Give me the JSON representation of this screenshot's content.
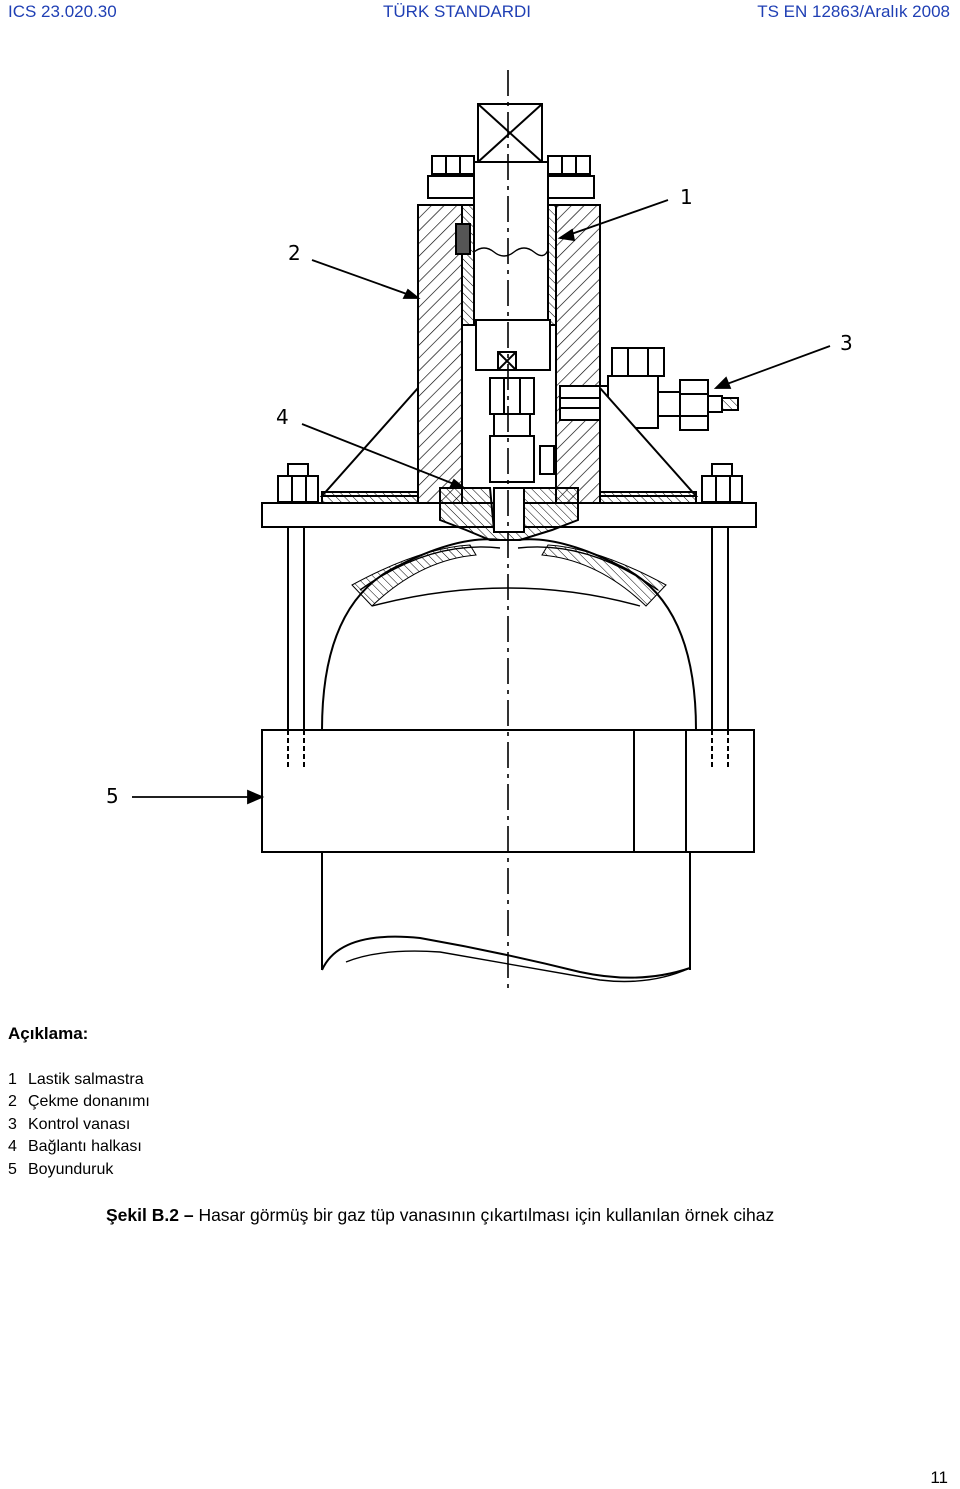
{
  "header": {
    "left": "ICS 23.020.30",
    "center": "TÜRK STANDARDI",
    "right": "TS EN 12863/Aralık 2008"
  },
  "figure": {
    "callouts": [
      "1",
      "2",
      "3",
      "4",
      "5"
    ]
  },
  "legend": {
    "title": "Açıklama:",
    "items": [
      {
        "num": "1",
        "label": "Lastik salmastra"
      },
      {
        "num": "2",
        "label": "Çekme donanımı"
      },
      {
        "num": "3",
        "label": "Kontrol vanası"
      },
      {
        "num": "4",
        "label": "Bağlantı halkası"
      },
      {
        "num": "5",
        "label": "Boyunduruk"
      }
    ]
  },
  "caption": {
    "label": "Şekil B.2 –",
    "text": "Hasar görmüş bir gaz tüp vanasının çıkartılması için kullanılan örnek cihaz"
  },
  "page_number": "11",
  "colors": {
    "header": "#1f3fb4",
    "line": "#000000"
  }
}
